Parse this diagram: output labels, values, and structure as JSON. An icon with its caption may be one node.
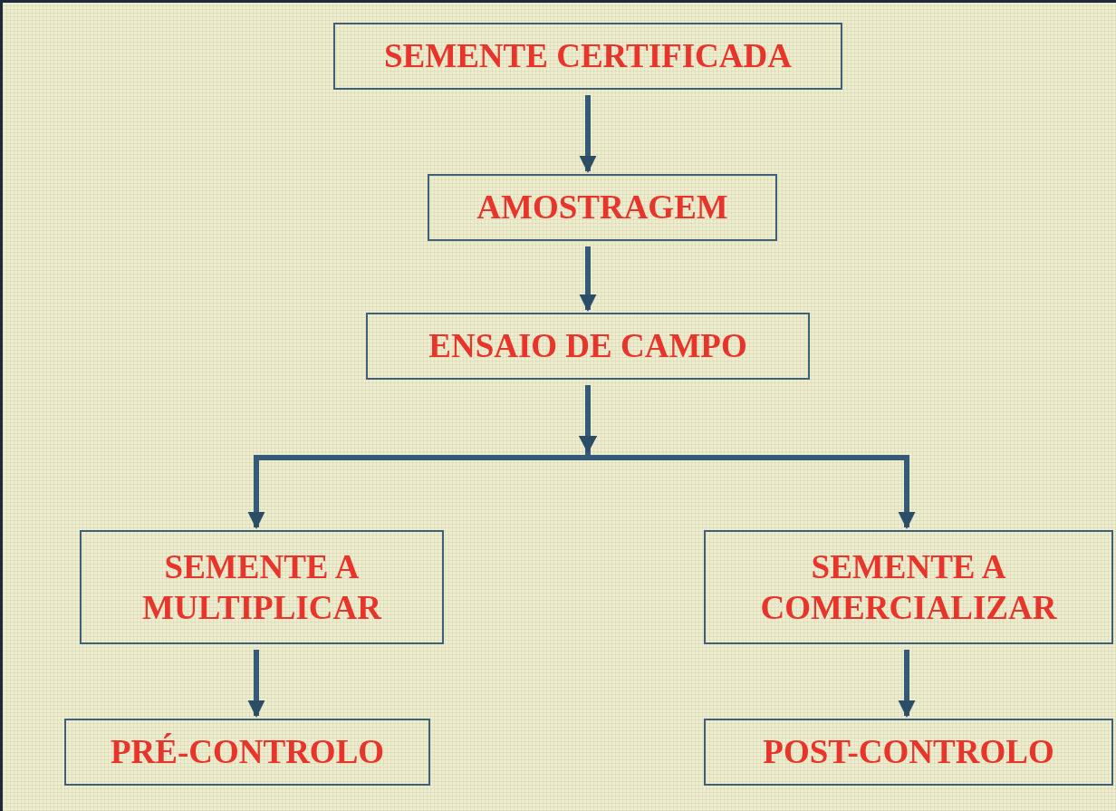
{
  "diagram": {
    "nodes": [
      {
        "text": [
          "SEMENTE CERTIFICADA"
        ]
      },
      {
        "text": [
          "AMOSTRAGEM"
        ]
      },
      {
        "text": [
          "ENSAIO DE CAMPO"
        ]
      },
      {
        "text": [
          "SEMENTE A MULTIPLICAR"
        ]
      },
      {
        "text": [
          "SEMENTE A COMERCIALIZAR"
        ]
      },
      {
        "text": [
          "PRÉ-CONTROLO"
        ]
      },
      {
        "text": [
          "POST-CONTROLO"
        ]
      }
    ],
    "edges": [
      {
        "from": 0,
        "to": 1,
        "arrow": "to"
      },
      {
        "from": 1,
        "to": 2,
        "arrow": "to"
      },
      {
        "from": 2,
        "to": 3,
        "arrow": "to"
      },
      {
        "from": 2,
        "to": 4,
        "arrow": "to"
      },
      {
        "from": 3,
        "to": 5,
        "arrow": "to"
      },
      {
        "from": 4,
        "to": 6,
        "arrow": "to"
      }
    ]
  }
}
